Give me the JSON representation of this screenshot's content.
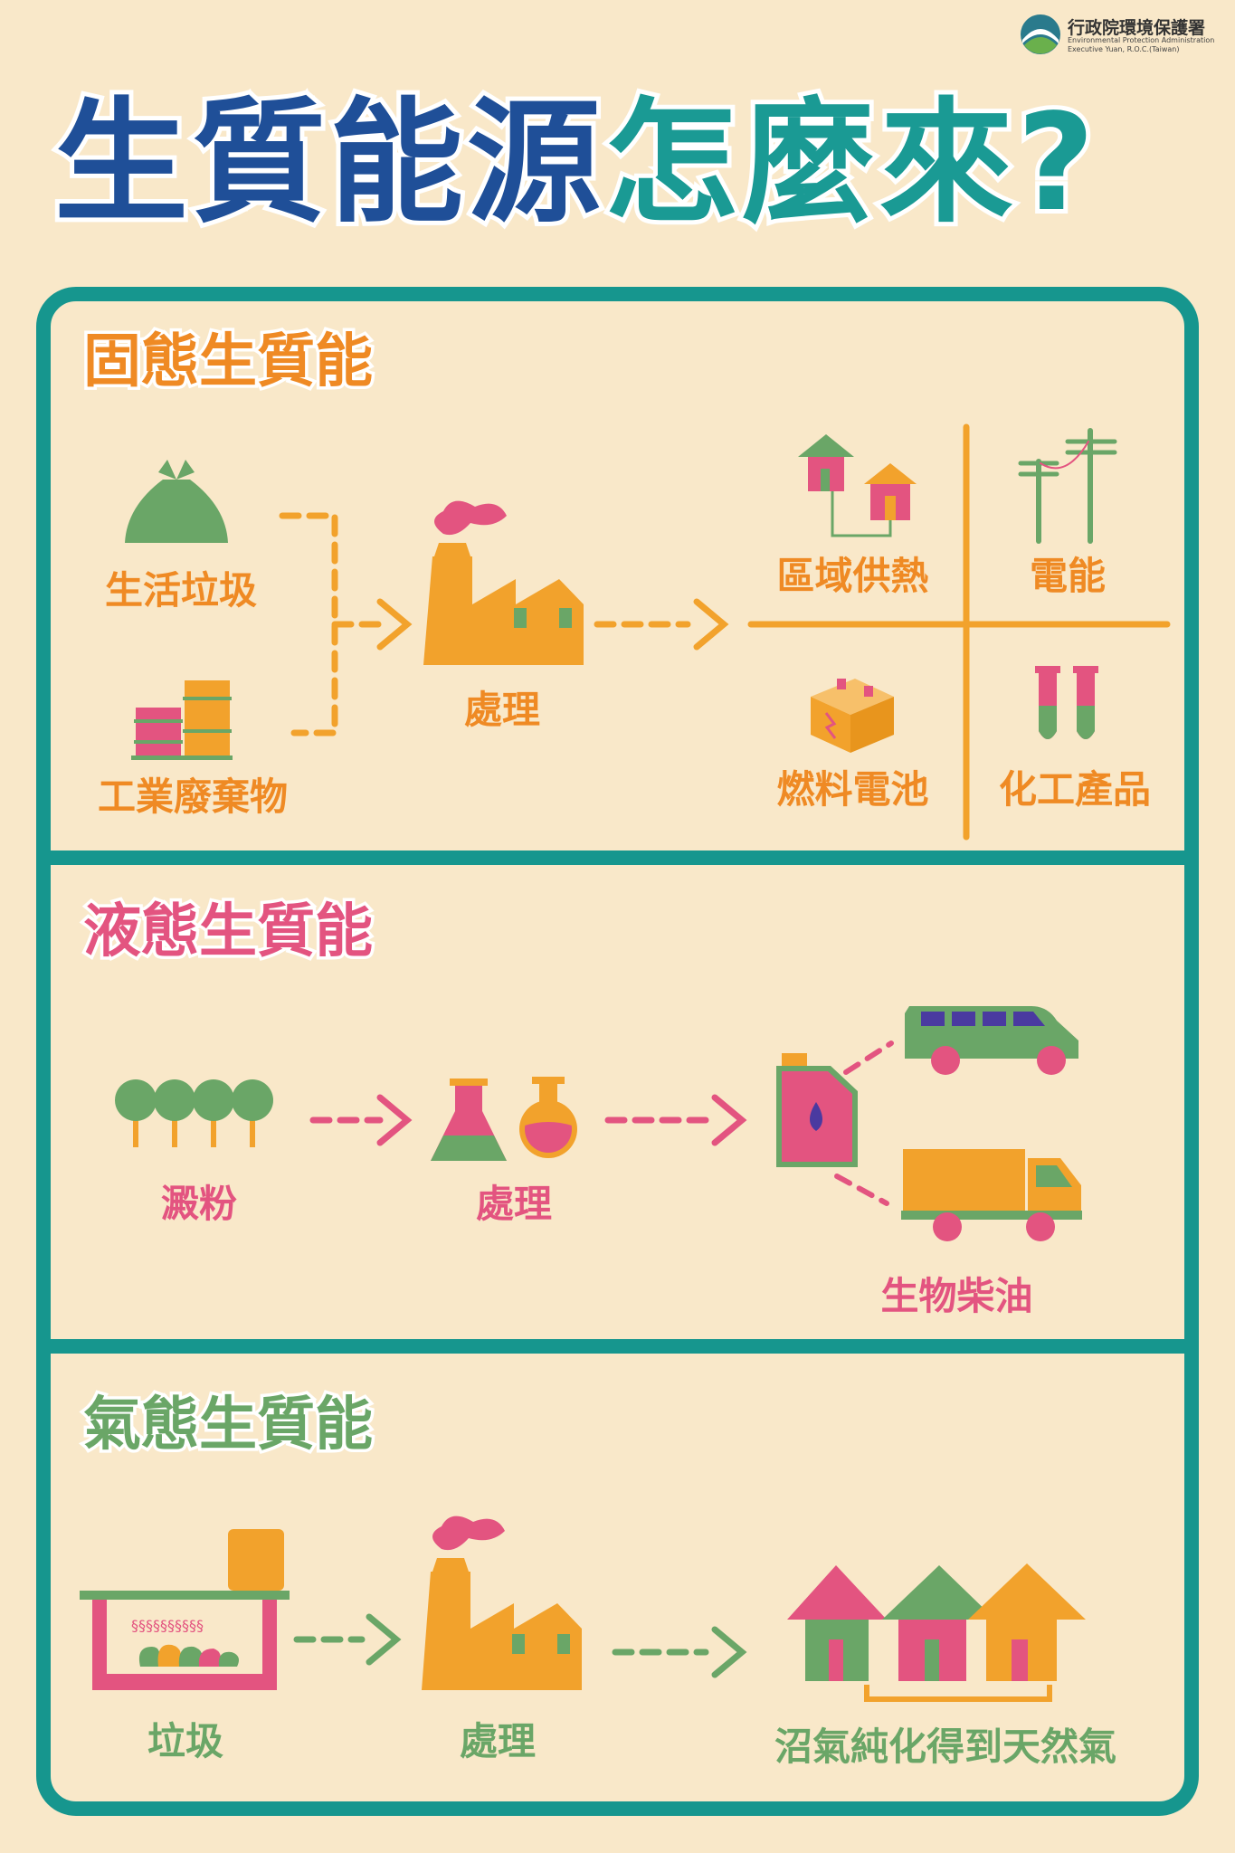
{
  "logo": {
    "org_zh": "行政院環境保護署",
    "org_en_line1": "Environmental Protection Administration",
    "org_en_line2": "Executive Yuan, R.O.C.(Taiwan)",
    "icon": "epa-logo-icon"
  },
  "title": {
    "part1": "生質能源",
    "part2": "怎麼來?"
  },
  "colors": {
    "teal": "#16968e",
    "navy": "#1f4f98",
    "orange": "#f2a22c",
    "pink": "#e35480",
    "green": "#6aa667",
    "background": "#f9e8c9"
  },
  "solid": {
    "heading": "固態生質能",
    "inputs": [
      "生活垃圾",
      "工業廢棄物"
    ],
    "process": "處理",
    "outputs": [
      "區域供熱",
      "電能",
      "燃料電池",
      "化工產品"
    ]
  },
  "liquid": {
    "heading": "液態生質能",
    "input": "澱粉",
    "process": "處理",
    "output": "生物柴油"
  },
  "gas": {
    "heading": "氣態生質能",
    "input": "垃圾",
    "process": "處理",
    "output": "沼氣純化得到天然氣"
  }
}
